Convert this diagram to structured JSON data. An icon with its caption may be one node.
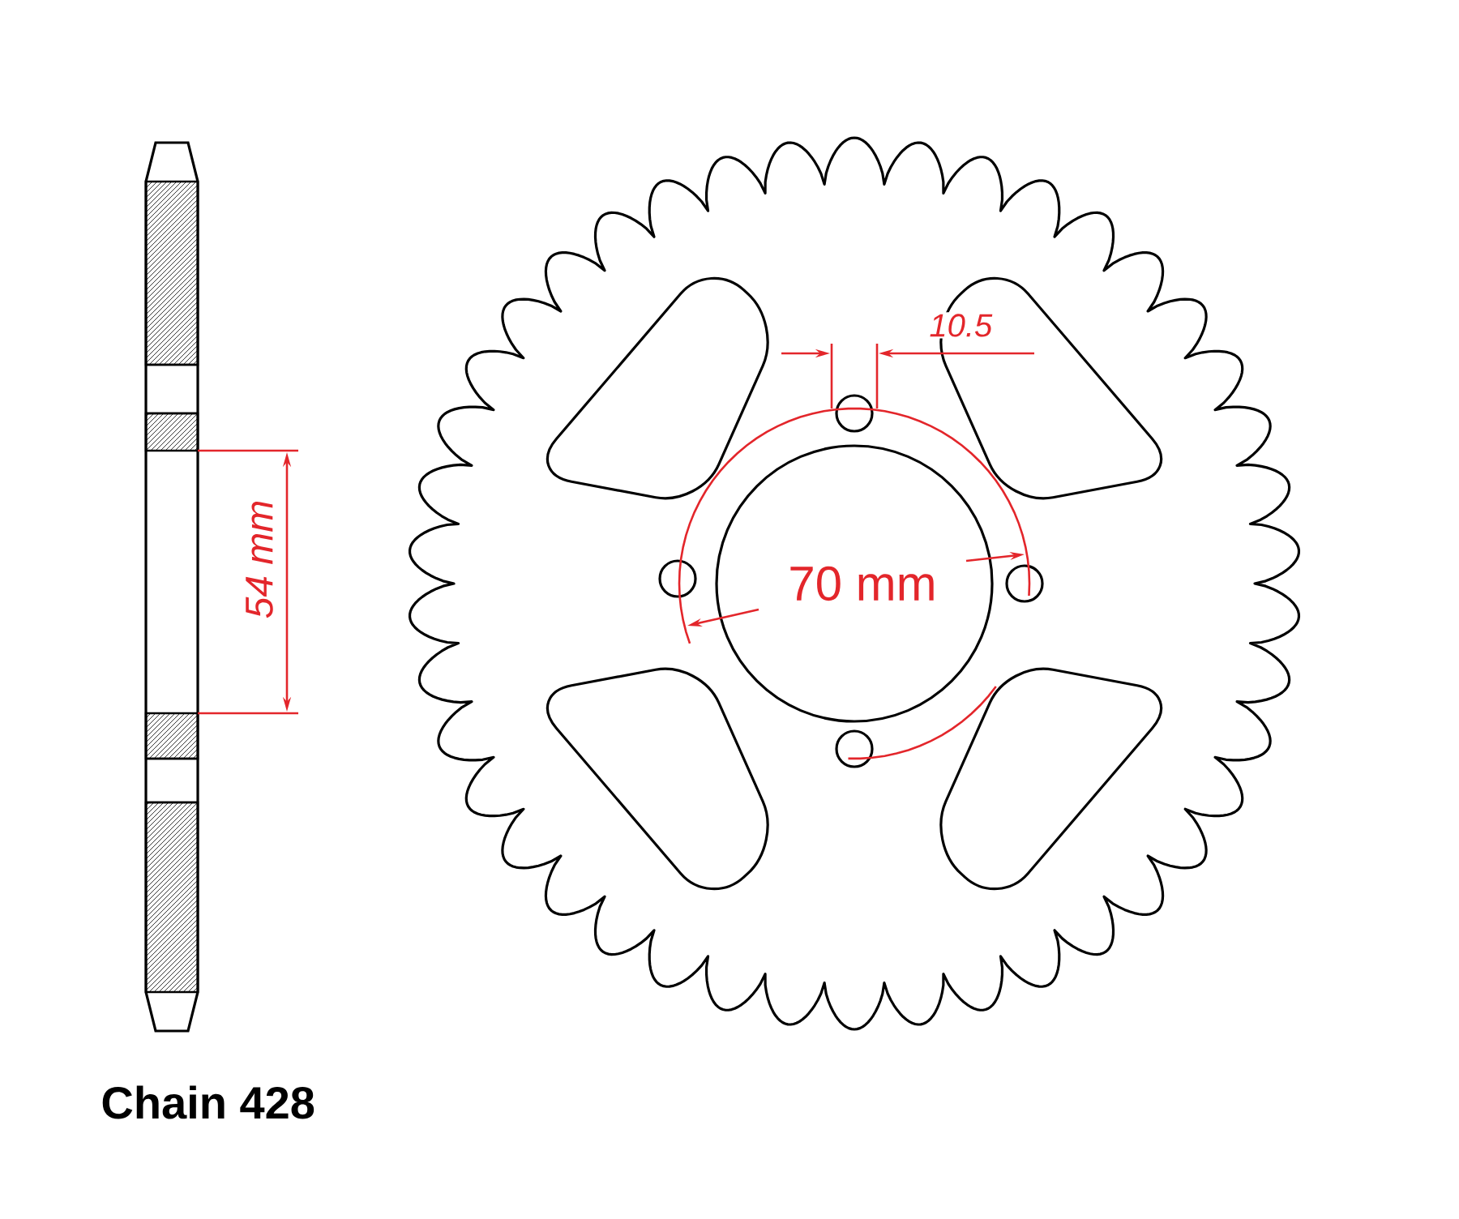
{
  "diagram": {
    "labels": [
      "10.5",
      "54 mm",
      "70 mm",
      "Chain 428"
    ]
  }
}
